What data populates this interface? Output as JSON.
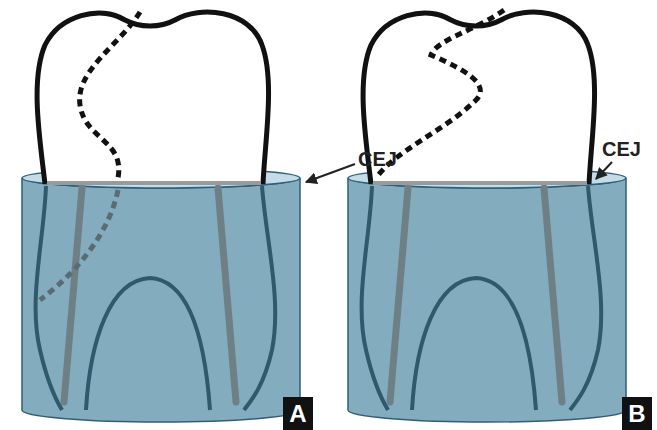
{
  "diagram": {
    "nodes": [
      {
        "text": [
          "A"
        ]
      },
      {
        "text": [
          "B"
        ]
      }
    ],
    "labels": [
      "CEJ",
      "CEJ"
    ]
  }
}
